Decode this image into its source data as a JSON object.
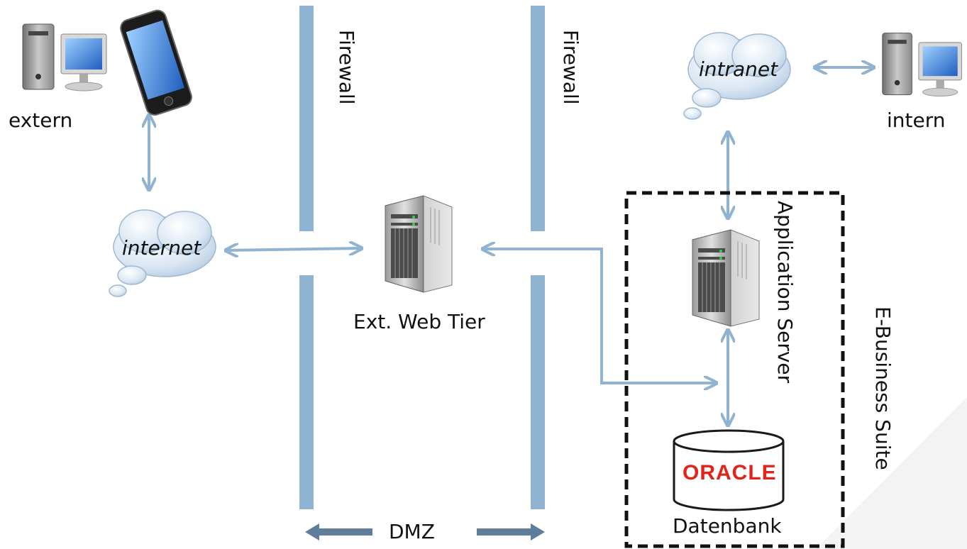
{
  "labels": {
    "extern": "extern",
    "intern": "intern",
    "internet": "internet",
    "intranet": "intranet",
    "web_tier": "Ext. Web Tier",
    "app_server": "Application Server",
    "ebs": "E-Business Suite",
    "database": "Datenbank",
    "dmz": "DMZ",
    "firewall": "Firewall",
    "oracle_logo": "ORACLE"
  },
  "colors": {
    "firewall": "#8fb3d0",
    "connector": "#8fb3d0",
    "dmz_arrow": "#5e7e9c",
    "oracle_red": "#e2231a",
    "boundary": "#111111"
  },
  "icons": [
    "desktop-computer-icon",
    "smartphone-icon",
    "cloud-icon",
    "server-tower-icon",
    "database-cylinder-icon"
  ]
}
